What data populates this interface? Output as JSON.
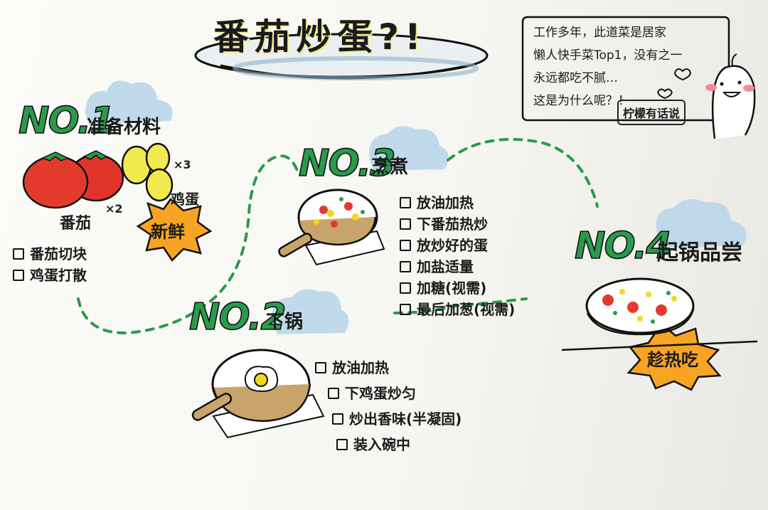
{
  "title": "番茄炒蛋?!",
  "note": {
    "lines": [
      "工作多年，此道菜是居家",
      "懒人快手菜Top1，没有之一",
      "永远都吃不腻…",
      "这是为什么呢？！"
    ],
    "signature": "柠檬有话说"
  },
  "steps": [
    {
      "number": "NO.1",
      "name": "准备材料",
      "items": [
        "番茄切块",
        "鸡蛋打散"
      ],
      "labels": {
        "tomato": "番茄",
        "tomato_qty": "×2",
        "egg": "鸡蛋",
        "egg_qty": "×3",
        "badge": "新鲜"
      }
    },
    {
      "number": "NO.2",
      "name": "下锅",
      "items": [
        "放油加热",
        "下鸡蛋炒匀",
        "炒出香味(半凝固)",
        "装入碗中"
      ]
    },
    {
      "number": "NO.3",
      "name": "烹煮",
      "items": [
        "放油加热",
        "下番茄热炒",
        "放炒好的蛋",
        "加盐适量",
        "加糖(视需)",
        "最后加葱(视需)"
      ]
    },
    {
      "number": "NO.4",
      "name": "起锅品尝",
      "badge": "趁热吃"
    }
  ]
}
